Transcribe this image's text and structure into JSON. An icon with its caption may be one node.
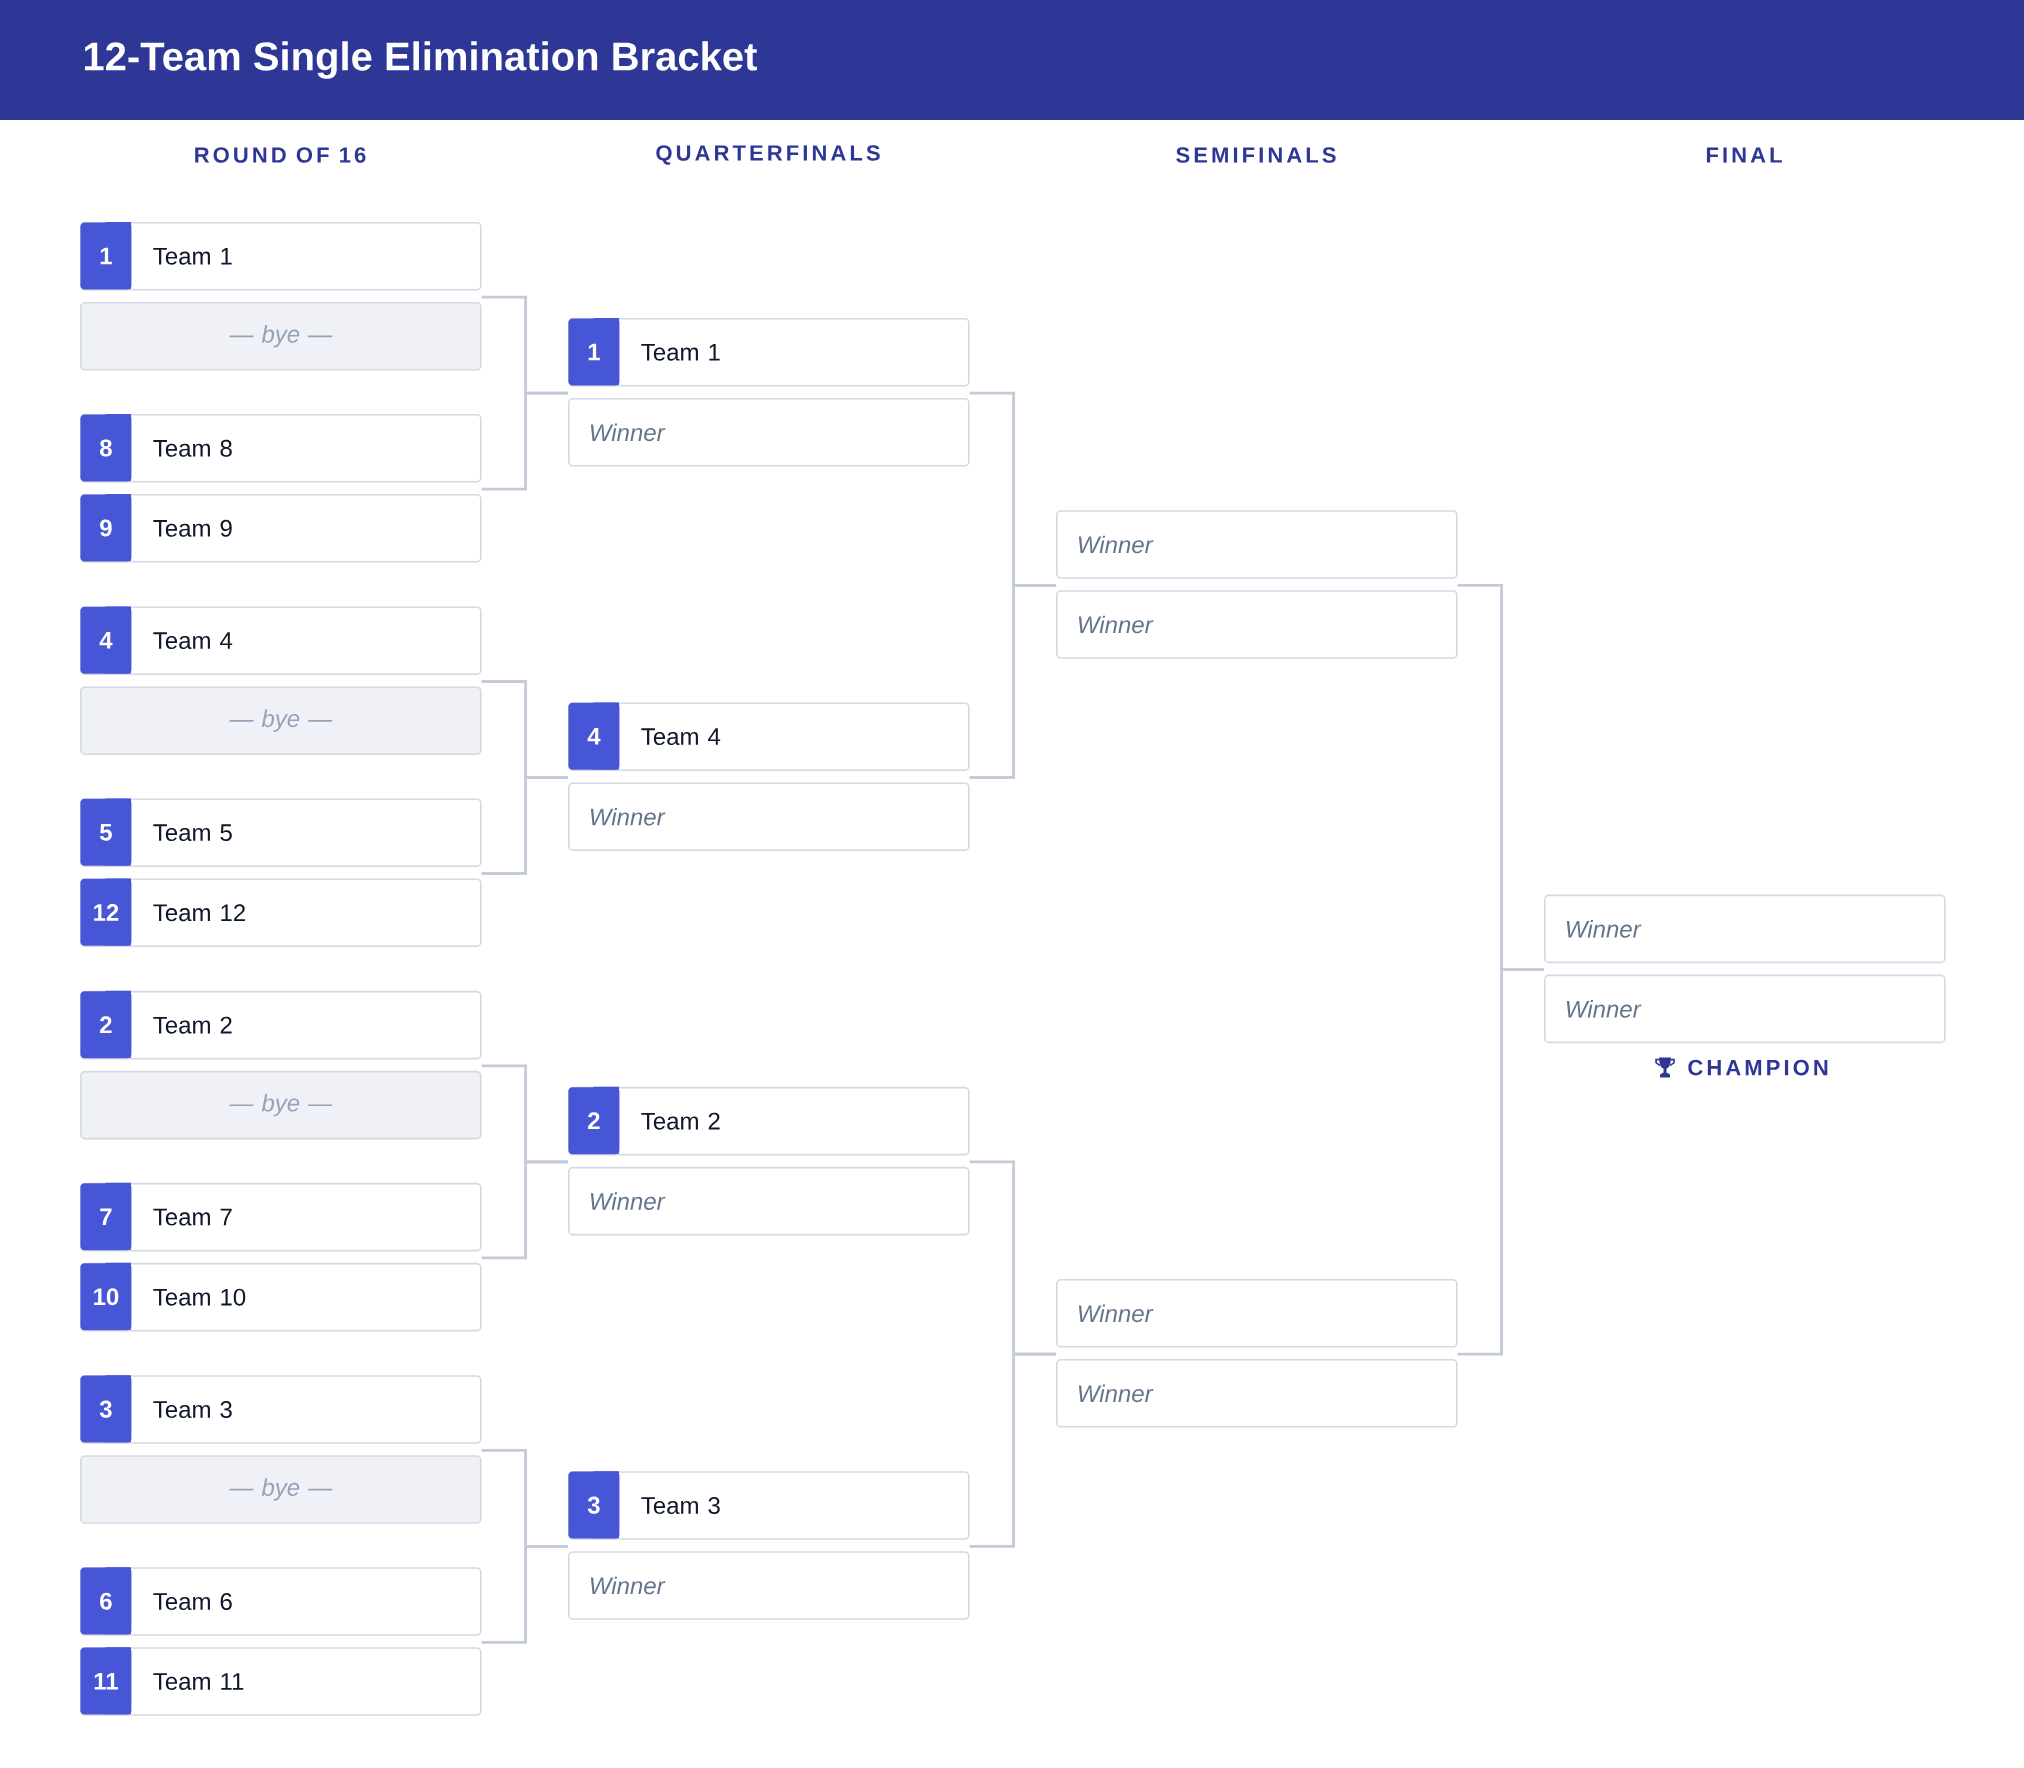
{
  "diagram": {
    "title": "12-Team Single Elimination Bracket",
    "nodes": [
      {
        "text": [
          "Team 1"
        ]
      },
      {
        "text": [
          "1"
        ],
        "in": 0
      },
      {
        "text": [
          "— bye —"
        ]
      },
      {
        "text": [
          "Team 8"
        ]
      },
      {
        "text": [
          "8"
        ],
        "in": 3
      },
      {
        "text": [
          "Team 9"
        ]
      },
      {
        "text": [
          "9"
        ],
        "in": 5
      },
      {
        "text": [
          "Team 4"
        ]
      },
      {
        "text": [
          "4"
        ],
        "in": 7
      },
      {
        "text": [
          "— bye —"
        ]
      },
      {
        "text": [
          "Team 5"
        ]
      },
      {
        "text": [
          "5"
        ],
        "in": 10
      },
      {
        "text": [
          "Team 12"
        ]
      },
      {
        "text": [
          "12"
        ],
        "in": 12
      },
      {
        "text": [
          "Team 2"
        ]
      },
      {
        "text": [
          "2"
        ],
        "in": 14
      },
      {
        "text": [
          "— bye —"
        ]
      },
      {
        "text": [
          "Team 7"
        ]
      },
      {
        "text": [
          "7"
        ],
        "in": 17
      },
      {
        "text": [
          "Team 10"
        ]
      },
      {
        "text": [
          "10"
        ],
        "in": 19
      },
      {
        "text": [
          "Team 3"
        ]
      },
      {
        "text": [
          "3"
        ],
        "in": 21
      },
      {
        "text": [
          "— bye —"
        ]
      },
      {
        "text": [
          "Team 6"
        ]
      },
      {
        "text": [
          "6"
        ],
        "in": 24
      },
      {
        "text": [
          "Team 11"
        ]
      },
      {
        "text": [
          "11"
        ],
        "in": 26
      },
      {
        "text": [
          "Team 1"
        ]
      },
      {
        "text": [
          "1"
        ],
        "in": 28
      },
      {
        "text": [
          "Winner"
        ]
      },
      {
        "text": [
          "Team 4"
        ]
      },
      {
        "text": [
          "4"
        ],
        "in": 31
      },
      {
        "text": [
          "Winner"
        ]
      },
      {
        "text": [
          "Team 2"
        ]
      },
      {
        "text": [
          "2"
        ],
        "in": 34
      },
      {
        "text": [
          "Winner"
        ]
      },
      {
        "text": [
          "Team 3"
        ]
      },
      {
        "text": [
          "3"
        ],
        "in": 37
      },
      {
        "text": [
          "Winner"
        ]
      },
      {
        "text": [
          "Winner"
        ]
      },
      {
        "text": [
          "Winner"
        ]
      },
      {
        "text": [
          "Winner"
        ]
      },
      {
        "text": [
          "Winner"
        ]
      },
      {
        "text": [
          "Winner"
        ]
      },
      {
        "text": [
          "Winner"
        ]
      }
    ],
    "edges": [
      {
        "from": 0,
        "to": 28,
        "arrow": "none"
      },
      {
        "from": 3,
        "to": 28,
        "arrow": "none"
      },
      {
        "from": 7,
        "to": 31,
        "arrow": "none"
      },
      {
        "from": 10,
        "to": 31,
        "arrow": "none"
      },
      {
        "from": 14,
        "to": 34,
        "arrow": "none"
      },
      {
        "from": 17,
        "to": 34,
        "arrow": "none"
      },
      {
        "from": 21,
        "to": 37,
        "arrow": "none"
      },
      {
        "from": 24,
        "to": 37,
        "arrow": "none"
      },
      {
        "from": 28,
        "to": 40,
        "arrow": "none"
      },
      {
        "from": 31,
        "to": 40,
        "arrow": "none"
      },
      {
        "from": 34,
        "to": 42,
        "arrow": "none"
      },
      {
        "from": 37,
        "to": 42,
        "arrow": "none"
      },
      {
        "from": 40,
        "to": 44,
        "arrow": "none"
      },
      {
        "from": 42,
        "to": 44,
        "arrow": "none"
      }
    ],
    "labels": [
      "ROUND OF 16",
      "QUARTERFINALS",
      "SEMIFINALS",
      "FINAL",
      "CHAMPION"
    ]
  }
}
